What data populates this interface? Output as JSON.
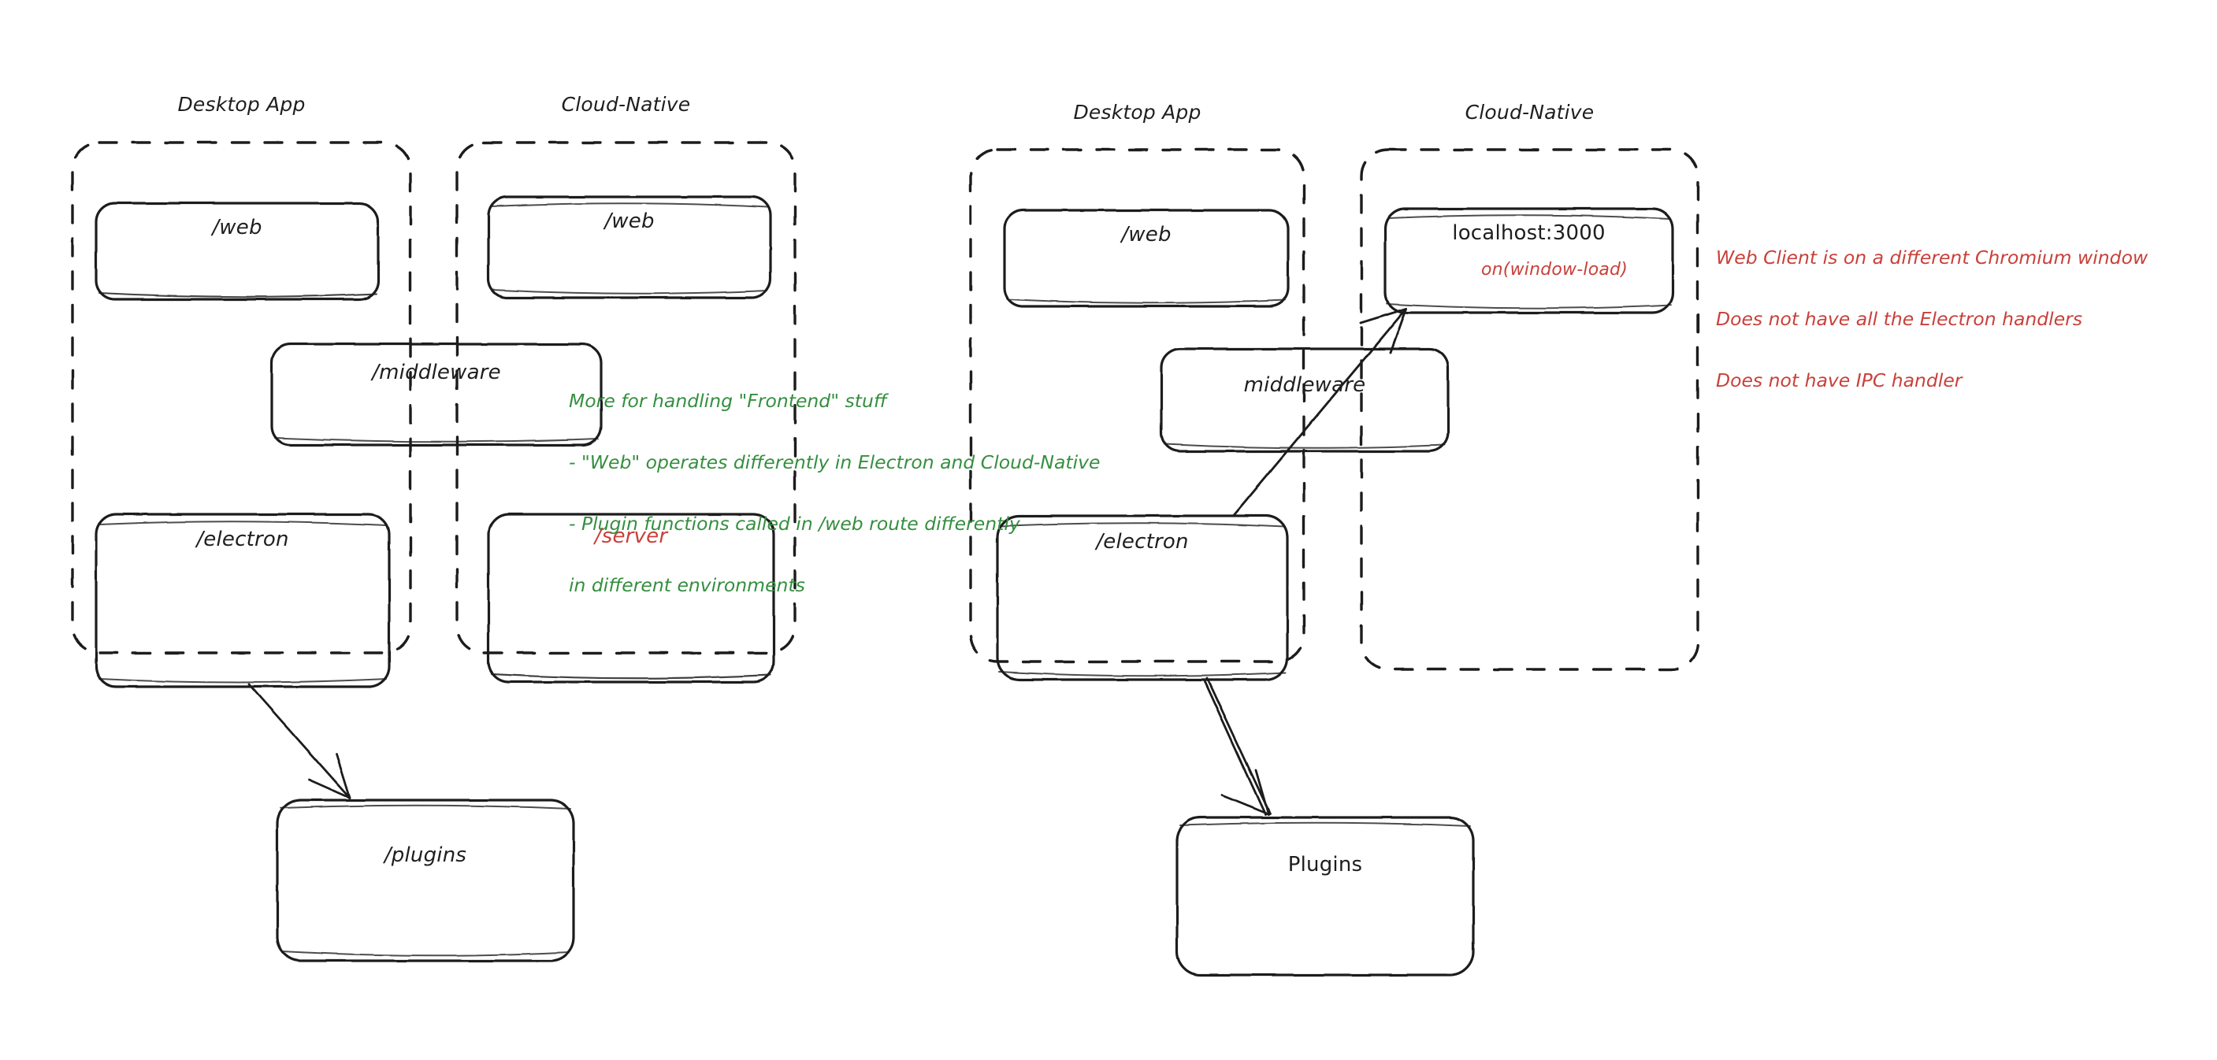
{
  "diagram": {
    "title_left": "Desktop App",
    "title_right": "Cloud-Native",
    "background": "#ffffff",
    "stroke_color": "#1e1e1e",
    "green_color": "#348f3f",
    "red_color": "#c9403a"
  },
  "left_diagram": {
    "groups": [
      {
        "id": "desktop-app",
        "label": "Desktop App"
      },
      {
        "id": "cloud-native",
        "label": "Cloud-Native"
      }
    ],
    "boxes": [
      {
        "id": "web-desktop",
        "label": "/web",
        "color": "black"
      },
      {
        "id": "web-cloud",
        "label": "/web",
        "color": "black"
      },
      {
        "id": "middleware",
        "label": "/middleware",
        "color": "black"
      },
      {
        "id": "electron",
        "label": "/electron",
        "color": "black"
      },
      {
        "id": "server",
        "label": "/server",
        "color": "red"
      },
      {
        "id": "plugins",
        "label": "/plugins",
        "color": "black"
      }
    ],
    "note": {
      "color": "green",
      "lines": [
        "More for handling \"Frontend\" stuff",
        "- \"Web\" operates differently in Electron and Cloud-Native",
        "- Plugin functions called in /web route differently",
        "in different environments"
      ]
    },
    "arrows": [
      {
        "id": "electron-to-plugins",
        "from": "electron",
        "to": "plugins"
      }
    ]
  },
  "right_diagram": {
    "groups": [
      {
        "id": "desktop-app-2",
        "label": "Desktop App"
      },
      {
        "id": "cloud-native-2",
        "label": "Cloud-Native"
      }
    ],
    "boxes": [
      {
        "id": "web-desktop-2",
        "label": "/web",
        "color": "black"
      },
      {
        "id": "localhost",
        "label": "localhost:3000",
        "color": "black",
        "sub_label": "on(window-load)",
        "sub_color": "red"
      },
      {
        "id": "middleware-2",
        "label": "middleware",
        "color": "black"
      },
      {
        "id": "electron-2",
        "label": "/electron",
        "color": "black"
      },
      {
        "id": "plugins-2",
        "label": "Plugins",
        "color": "black"
      }
    ],
    "note": {
      "color": "red",
      "lines": [
        "Web Client is on a different Chromium window",
        "Does not have all the Electron handlers",
        "Does not have IPC handler"
      ]
    },
    "arrows": [
      {
        "id": "electron-to-localhost",
        "from": "electron-2",
        "to": "localhost"
      },
      {
        "id": "electron-to-plugins-2",
        "from": "electron-2",
        "to": "plugins-2"
      }
    ]
  }
}
